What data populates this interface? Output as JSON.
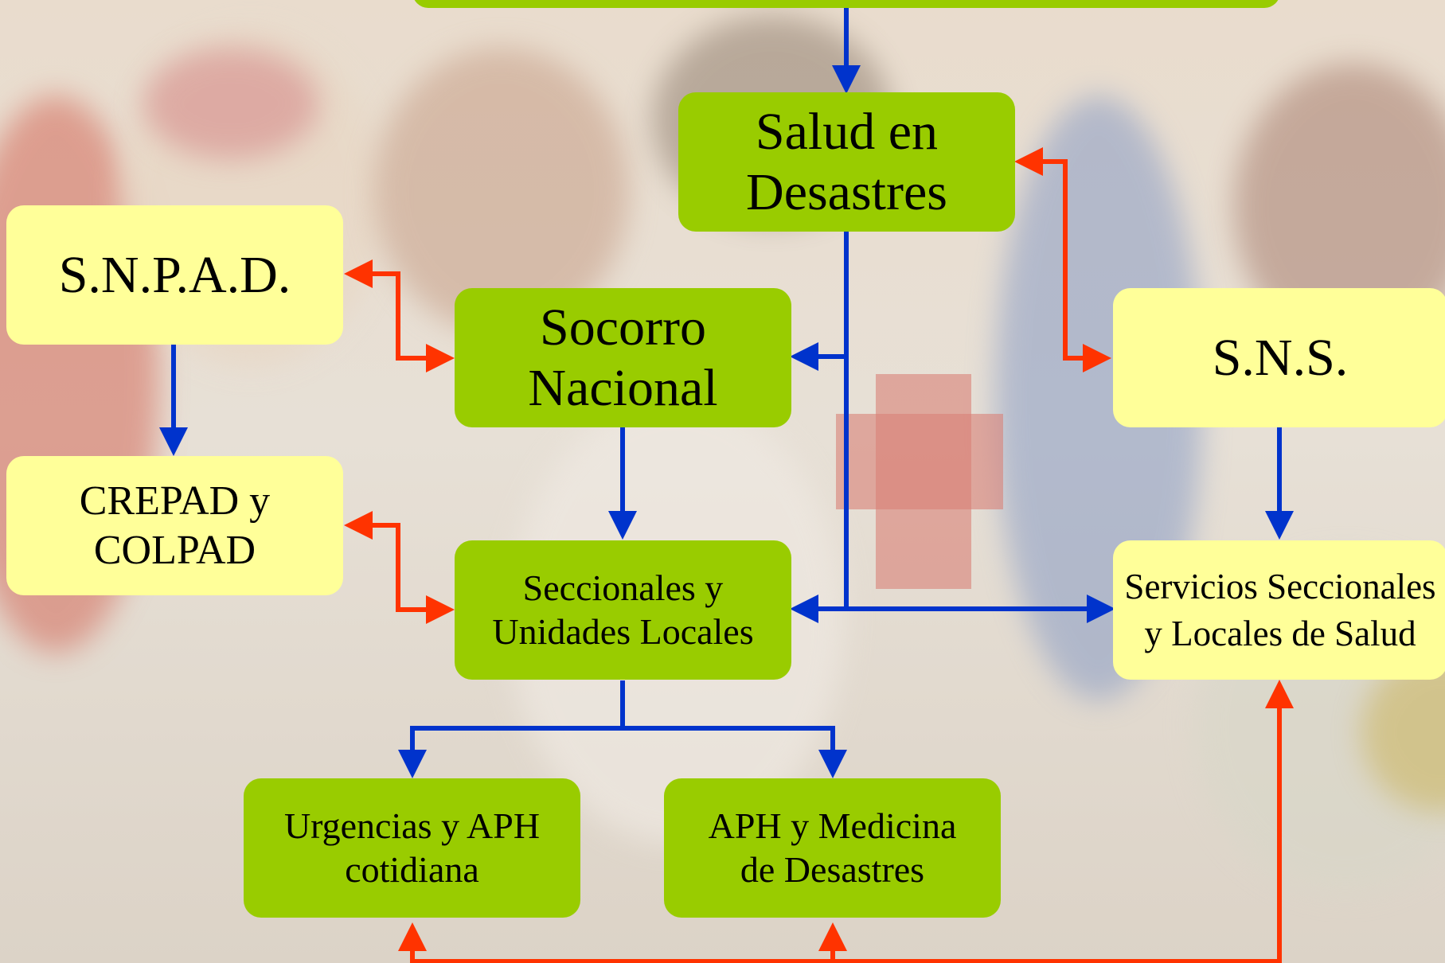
{
  "nodes": {
    "salud": "Salud en Desastres",
    "snpad": "S.N.P.A.D.",
    "socorro": "Socorro Nacional",
    "sns": "S.N.S.",
    "crepad": "CREPAD y COLPAD",
    "seccionales": "Seccionales y Unidades Locales",
    "servicios": "Servicios Seccionales y Locales de Salud",
    "urgencias": "Urgencias y APH cotidiana",
    "aph": "APH y Medicina de Desastres"
  },
  "colors": {
    "node_green": "#99cc00",
    "node_yellow": "#ffff99",
    "arrow_blue": "#0033cc",
    "arrow_red": "#ff3300"
  }
}
